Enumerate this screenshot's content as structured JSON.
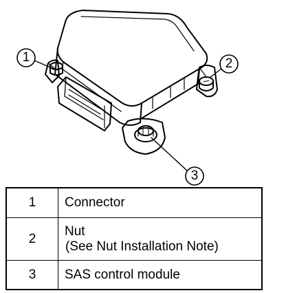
{
  "callouts": [
    {
      "number": "1"
    },
    {
      "number": "2"
    },
    {
      "number": "3"
    }
  ],
  "parts": [
    {
      "number": "1",
      "lines": [
        "Connector"
      ]
    },
    {
      "number": "2",
      "lines": [
        "Nut",
        "(See Nut Installation Note)"
      ]
    },
    {
      "number": "3",
      "lines": [
        "SAS control module"
      ]
    }
  ]
}
